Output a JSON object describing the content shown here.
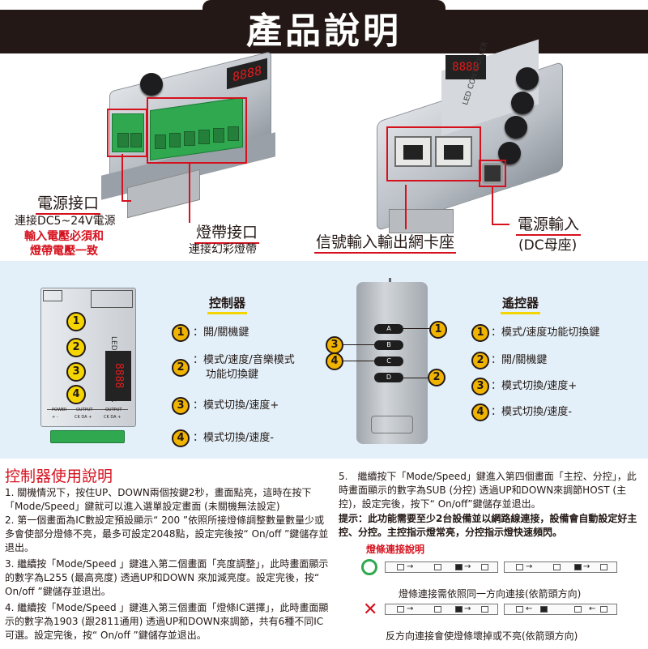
{
  "title": "產品說明",
  "top": {
    "power_port": {
      "label": "電源接口",
      "desc": "連接DC5~24V電源",
      "warn1": "輸入電壓必須和",
      "warn2": "燈帶電壓一致"
    },
    "strip_port": {
      "label": "燈帶接口",
      "desc": "連接幻彩燈帶"
    },
    "network_port": {
      "label": "信號輸入輸出網卡座"
    },
    "power_input": {
      "label": "電源輸入",
      "desc": "(DC母座)"
    },
    "device_texts": {
      "display": "8888",
      "controller": "LED CONTROLLER"
    }
  },
  "controller": {
    "heading": "控制器",
    "items": [
      {
        "num": "1",
        "text": "開/關機鍵"
      },
      {
        "num": "2",
        "text": "模式/速度/音樂模式",
        "text2": "功能切換鍵"
      },
      {
        "num": "3",
        "text": "模式切換/速度+"
      },
      {
        "num": "4",
        "text": "模式切換/速度-"
      }
    ],
    "device_labels": {
      "display": "8888",
      "side": "LED CONTROLLER",
      "btn1": "1",
      "btn2": "2",
      "btn3": "3",
      "btn4": "4",
      "bottom1": "POWER",
      "bottom2": "OUTPUT",
      "bottom3": "OUTPUT",
      "pm1": "+ -",
      "pm2": "CK DA +",
      "pm3": "CK DA +"
    }
  },
  "remote": {
    "heading": "遙控器",
    "buttons": [
      "A",
      "B",
      "C",
      "D"
    ],
    "callouts": [
      "1",
      "3",
      "4",
      "2"
    ],
    "items": [
      {
        "num": "1",
        "text": "模式/速度功能切換鍵"
      },
      {
        "num": "2",
        "text": "開/關機鍵"
      },
      {
        "num": "3",
        "text": "模式切換/速度+"
      },
      {
        "num": "4",
        "text": "模式切換/速度-"
      }
    ]
  },
  "usage": {
    "heading": "控制器使用說明",
    "p1": "1. 關機情況下，按住UP、DOWN兩個按鍵2秒，畫面點亮，這時在按下「Mode/Speed」鍵就可以進入選單設定畫面 (未關機無法設定)",
    "p2": "2. 第一個畫面為IC數設定預設顯示“ 200 ”依照所接燈條調整數量數量少或多會使部分燈條不亮，最多可設定2048點，設定完後按“ On/off ”鍵儲存並退出。",
    "p3": "3. 繼續按「Mode/Speed 」鍵進入第二個畫面「亮度調整」，此時畫面顯示的數字為L255 (最高亮度) 透過UP和DOWN 來加減亮度。設定完後，按“ On/off ”鍵儲存並退出。",
    "p4": "4. 繼續按「Mode/Speed 」鍵進入第三個畫面「燈條IC選擇」，此時畫面顯示的數字為1903 (跟2811通用) 透過UP和DOWN來調節，共有6種不同IC可選。設定完後，按“ On/off ”鍵儲存並退出。",
    "p5": "5.　繼續按下「Mode/Speed」鍵進入第四個畫面「主控、分控」，此時畫面顯示的數字為SUB (分控) 透過UP和DOWN來調節HOST (主控)，設定完後，按下“ On/off”鍵儲存並退出。",
    "tip": "提示：此功能需要至少2台設備並以網路線連接，設備會自動設定好主控、分控。主控指示燈常亮，分控指示燈快速頻閃。",
    "connect_title": "燈條連接說明",
    "ok_caption": "燈條連接需依照同一方向連接(依箭頭方向)",
    "bad_caption": "反方向連接會使燈條壞掉或不亮(依箭頭方向)"
  },
  "colors": {
    "accent": "#d6111e",
    "highlight": "#f5d500",
    "band": "#e3f0f9",
    "ok": "#2fa84f"
  }
}
